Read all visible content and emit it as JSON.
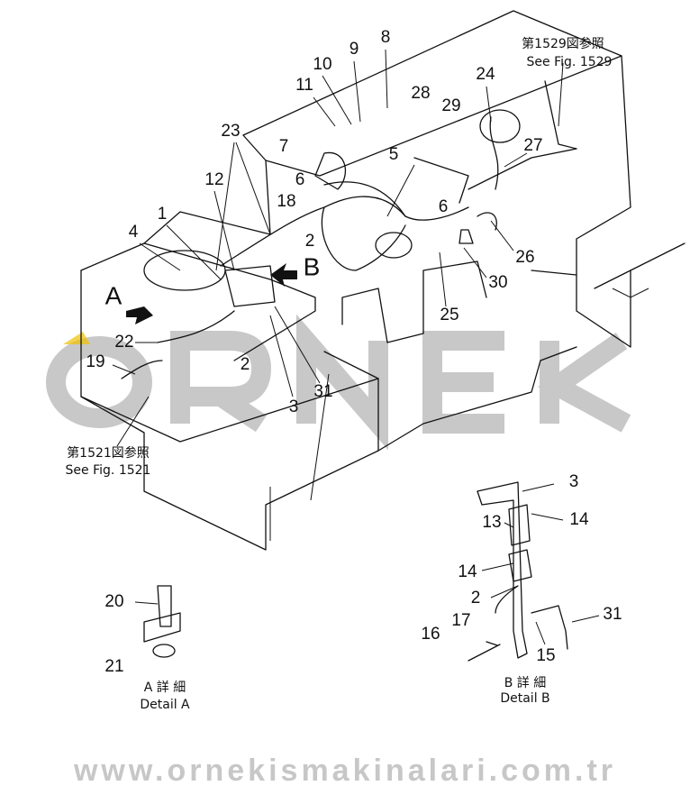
{
  "watermark": {
    "brand": "ORNEK",
    "url": "www.ornekismakinalari.com.tr",
    "accent_color": "#f0c000"
  },
  "references": [
    {
      "jp": "第1529図参照",
      "en": "See Fig. 1529"
    },
    {
      "jp": "第1521図参照",
      "en": "See Fig. 1521"
    }
  ],
  "details": [
    {
      "jp": "A 詳 細",
      "en": "Detail A"
    },
    {
      "jp": "B 詳 細",
      "en": "Detail B"
    }
  ],
  "view_arrows": [
    "A",
    "B"
  ],
  "callouts": [
    "8",
    "9",
    "10",
    "11",
    "7",
    "6",
    "18",
    "23",
    "12",
    "1",
    "4",
    "2",
    "5",
    "6",
    "28",
    "29",
    "24",
    "27",
    "26",
    "30",
    "25",
    "22",
    "19",
    "2",
    "31",
    "3",
    "3",
    "14",
    "13",
    "14",
    "2",
    "31",
    "17",
    "16",
    "15",
    "20",
    "21"
  ]
}
